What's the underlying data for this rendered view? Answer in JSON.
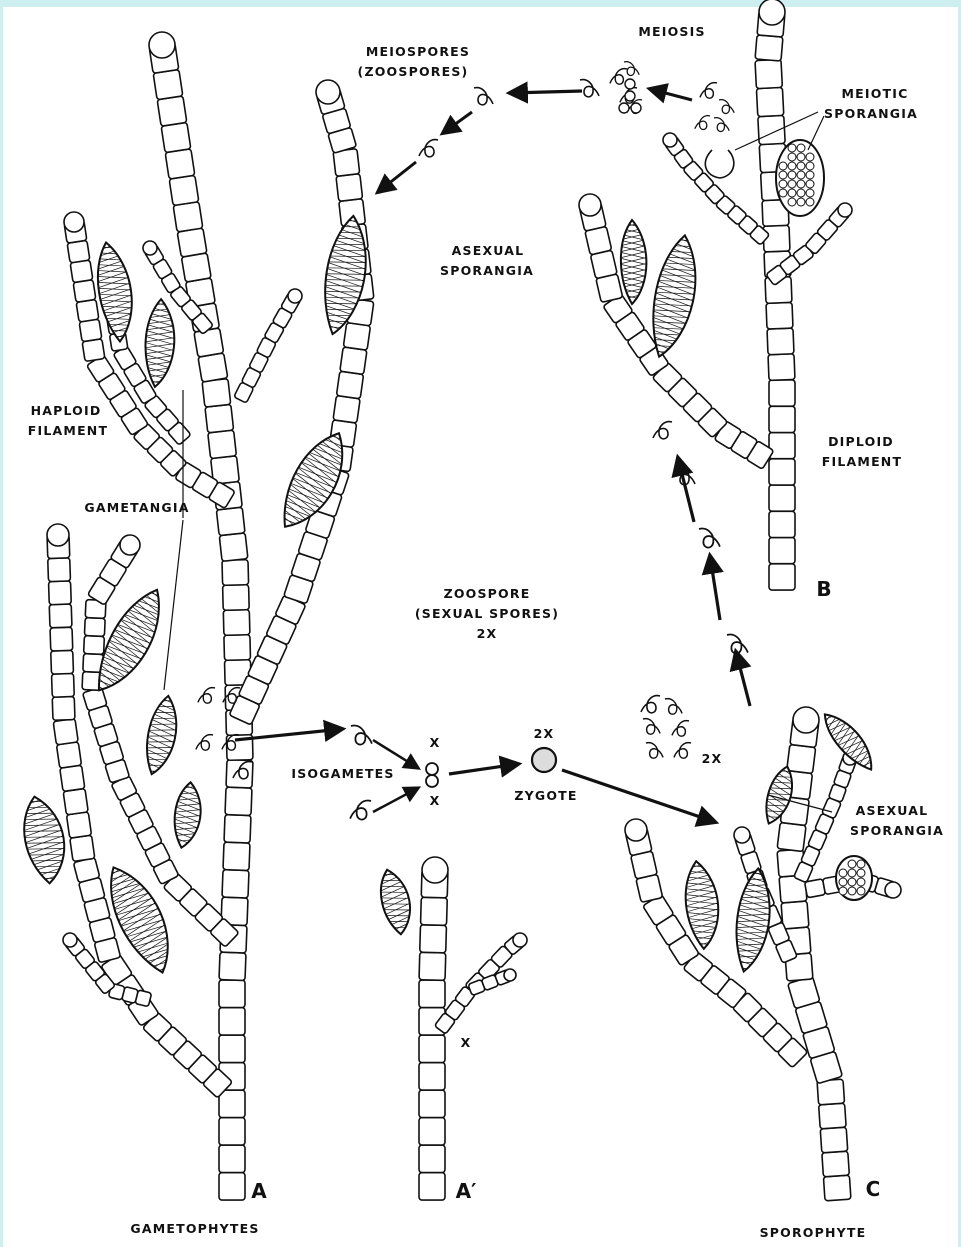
{
  "labels": {
    "meiospores": "MEIOSPORES",
    "zoospores_paren": "(ZOOSPORES)",
    "meiosis": "MEIOSIS",
    "meiotic": "MEIOTIC",
    "sporangia_top": "SPORANGIA",
    "asexual_left_1": "ASEXUAL",
    "asexual_left_2": "SPORANGIA",
    "haploid_1": "HAPLOID",
    "haploid_2": "FILAMENT",
    "diploid_1": "DIPLOID",
    "diploid_2": "FILAMENT",
    "gametangia": "GAMETANGIA",
    "zoospore_1": "ZOOSPORE",
    "zoospore_2": "(SEXUAL SPORES)",
    "zoospore_3": "2X",
    "isogametes": "ISOGAMETES",
    "zygote": "ZYGOTE",
    "zygote_ploidy": "2X",
    "spore_ploidy": "2X",
    "gamete_x_top": "X",
    "gamete_x_bottom": "X",
    "filament_x": "X",
    "asexual_right_1": "ASEXUAL",
    "asexual_right_2": "SPORANGIA",
    "letter_a": "A",
    "letter_a_prime": "A′",
    "letter_b": "B",
    "letter_c": "C",
    "gametophytes": "GAMETOPHYTES",
    "sporophyte": "SPOROPHYTE"
  },
  "colors": {
    "ink": "#111111",
    "paper": "#ffffff",
    "frame": "#cdeff0"
  }
}
